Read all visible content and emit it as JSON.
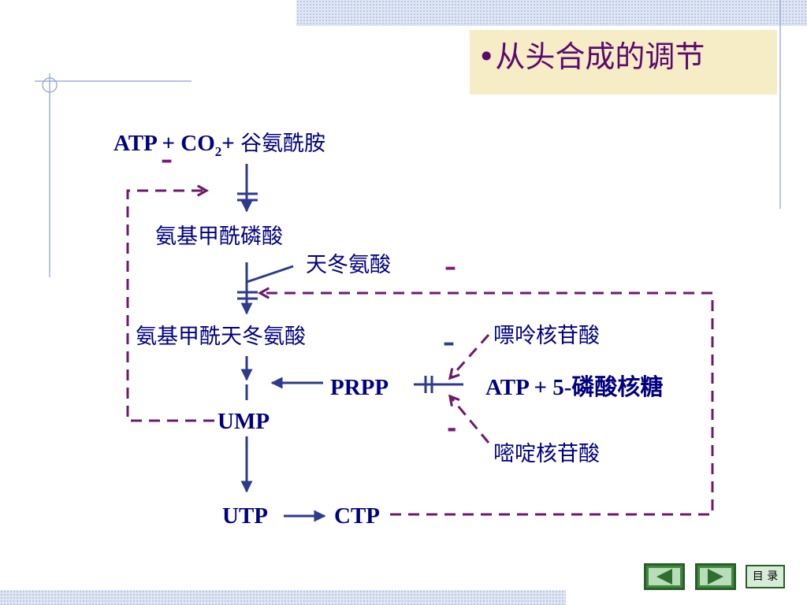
{
  "slide": {
    "title": "•从头合成的调节"
  },
  "diagram": {
    "reactants": {
      "atp": "ATP",
      "plus1": " + ",
      "co": "CO",
      "co_sub": "2",
      "plus2": "+ ",
      "glutamine": "谷氨酰胺"
    },
    "carbamoyl_phosphate": "氨基甲酰磷酸",
    "aspartate": "天冬氨酸",
    "carbamoyl_aspartate": "氨基甲酰天冬氨酸",
    "prpp": "PRPP",
    "atp_ribose": "ATP + 5-磷酸核糖",
    "purine_nucleotides": "嘌呤核苷酸",
    "pyrimidine_nucleotides": "嘧啶核苷酸",
    "ump": "UMP",
    "utp": "UTP",
    "ctp": "CTP",
    "inhibit_signs": [
      "–",
      "–",
      "–",
      "-"
    ]
  },
  "nav": {
    "menu_label": "目 录"
  },
  "colors": {
    "text_navy": "#000080",
    "arrow_navy": "#2e3a8c",
    "feedback_purple": "#6a1b6a",
    "title_purple": "#5a0a6e",
    "title_bg": "#f6ecc5",
    "nav_green": "#3d8a3d"
  }
}
